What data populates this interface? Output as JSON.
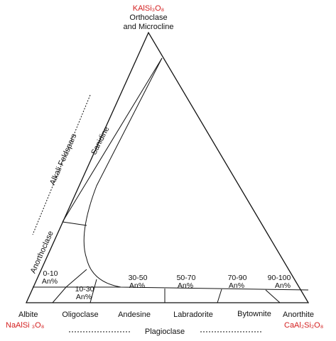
{
  "diagram": {
    "apex_formula": "KAlSi₃O₈",
    "apex_name_line1": "Orthoclase",
    "apex_name_line2": "and Microcline",
    "left_corner_name": "Albite",
    "left_corner_formula": "NaAlSi ₃O₈",
    "right_corner_name": "Anorthite",
    "right_corner_formula": "CaAl₂Si₂O₈",
    "sanidine_label": "Sanidine",
    "alkali_feldspars_label": "Alkali Feldspars",
    "anorthoclase_label": "Anorthoclase",
    "plagioclase_label": "Plagioclase",
    "an_ranges": [
      {
        "range": "0-10",
        "unit": "An%"
      },
      {
        "range": "10-30",
        "unit": "An%"
      },
      {
        "range": "30-50",
        "unit": "An%"
      },
      {
        "range": "50-70",
        "unit": "An%"
      },
      {
        "range": "70-90",
        "unit": "An%"
      },
      {
        "range": "90-100",
        "unit": "An%"
      }
    ],
    "plagioclase_names": [
      "Oligoclase",
      "Andesine",
      "Labradorite",
      "Bytownite"
    ],
    "formula_color": "#d42020",
    "line_color": "#111111"
  }
}
